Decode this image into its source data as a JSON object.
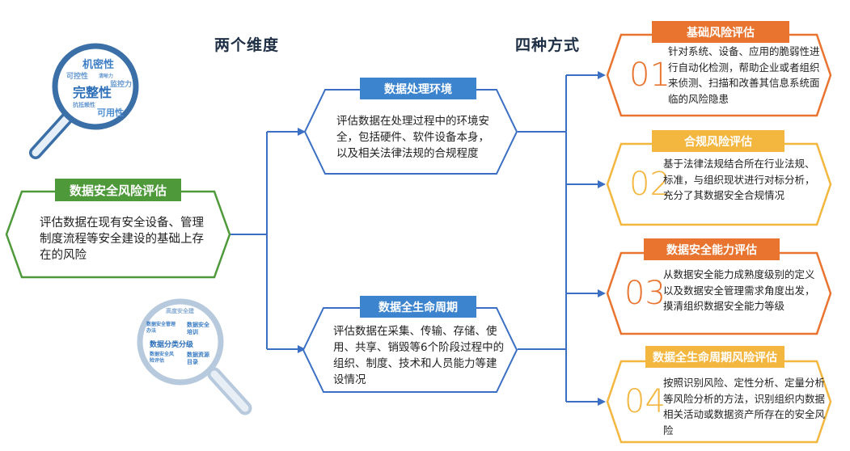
{
  "headings": {
    "left": "两个维度",
    "right": "四种方式"
  },
  "main": {
    "label": "数据安全风险评估",
    "text": "评估数据在现有安全设备、管理制度流程等安全建设的基础上存在的风险",
    "color": "#4e9a3a"
  },
  "dimensions": [
    {
      "label": "数据处理环境",
      "text": "评估数据在处理过程中的环境安全，包括硬件、软件设备本身，以及相关法律法规的合规程度"
    },
    {
      "label": "数据全生命周期",
      "text": "评估数据在采集、传输、存储、使用、共享、销毁等6个阶段过程中的组织、制度、技术和人员能力等建设情况"
    }
  ],
  "methods": [
    {
      "num": "01",
      "label": "基础风险评估",
      "color": "#e8742f",
      "text": "针对系统、设备、应用的脆弱性进行自动化检测，帮助企业或者组织来侦测、扫描和改善其信息系统面临的风险隐患"
    },
    {
      "num": "02",
      "label": "合规风险评估",
      "color": "#f3b63f",
      "text": "基于法律法规结合所在行业法规、标准，与组织现状进行对标分析，充分了其数据安全合规情况"
    },
    {
      "num": "03",
      "label": "数据安全能力评估",
      "color": "#e8742f",
      "text": "从数据安全能力成熟度级别的定义以及数据安全管理需求角度出发，摸清组织数据安全能力等级"
    },
    {
      "num": "04",
      "label": "数据全生命周期风险评估",
      "color": "#f3b63f",
      "text": "按照识别风险、定性分析、定量分析等风险分析的方法，识别组织内数据相关活动或数据资产所存在的安全风险"
    }
  ],
  "magnifier_top": {
    "words": [
      "机密性",
      "可控性",
      "清晰力",
      "完整性",
      "监控力",
      "抗抵赖性",
      "可用性"
    ]
  },
  "magnifier_bottom": {
    "words": [
      "高度安全建",
      "数据安全管理办法",
      "数据安全培训",
      "数据分类分级",
      "数据安全风险评估",
      "数据资源目录"
    ]
  },
  "colors": {
    "line": "#3b6fc4",
    "blue_label": "#3d84cf",
    "green": "#4e9a3a"
  }
}
